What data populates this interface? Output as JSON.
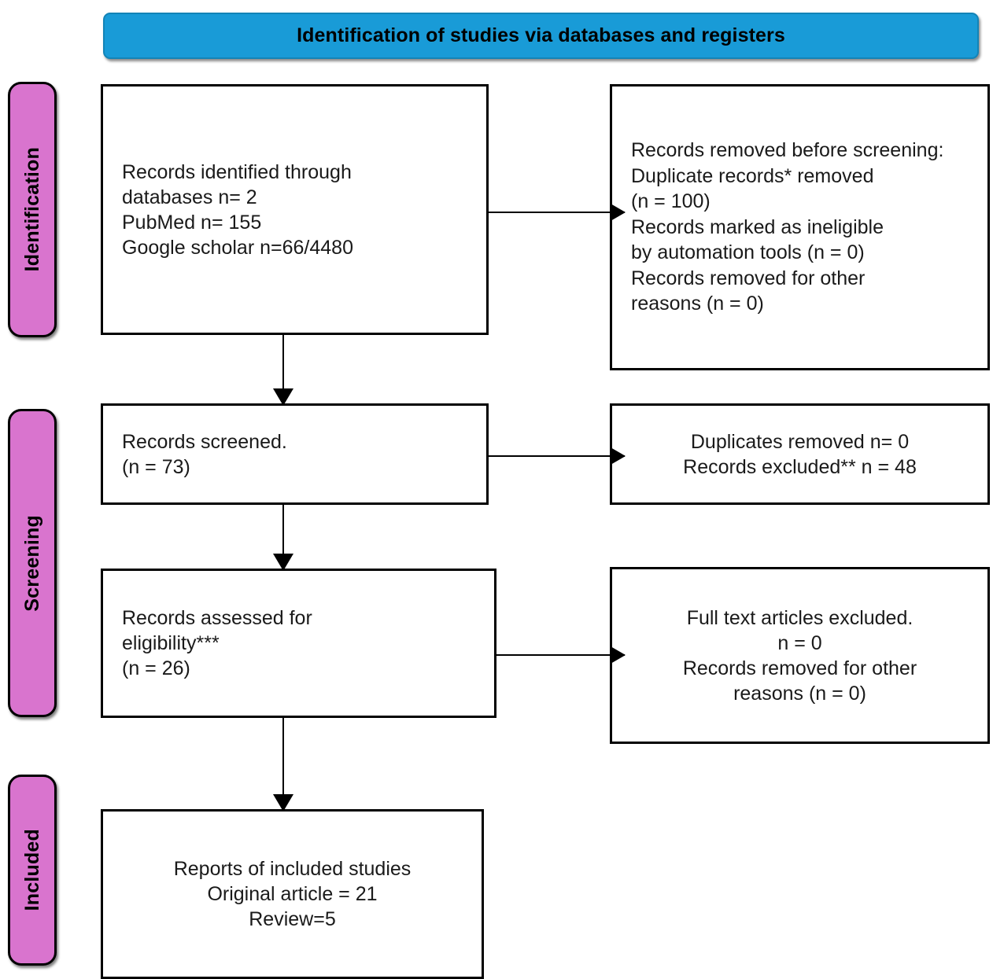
{
  "banner": {
    "title": "Identification of studies via databases and registers"
  },
  "stages": [
    {
      "id": "identification",
      "label": "Identification"
    },
    {
      "id": "screening",
      "label": "Screening"
    },
    {
      "id": "included",
      "label": "Included"
    }
  ],
  "nodes": {
    "identified": {
      "name": "records-identified",
      "lines": [
        "Records identified through",
        "databases n= 2",
        "PubMed n= 155",
        "Google scholar n=66/4480"
      ]
    },
    "removed_before_screening": {
      "name": "records-removed-before-screening",
      "lead_plain": "Records removed ",
      "lead_italic": "before screening",
      "lead_tail": ":",
      "lines": [
        "Duplicate records* removed",
        "(n = 100)",
        "Records marked as ineligible",
        "by automation tools (n = 0)",
        "Records removed for other",
        "reasons (n = 0)"
      ]
    },
    "screened": {
      "name": "records-screened",
      "lines": [
        "Records screened.",
        "(n = 73)"
      ]
    },
    "duplicates_excluded": {
      "name": "duplicates-removed-records-excluded",
      "lines": [
        "Duplicates removed n= 0",
        "Records excluded** n = 48"
      ]
    },
    "eligibility": {
      "name": "records-assessed-for-eligibility",
      "lines": [
        "Records assessed for",
        "eligibility***",
        "(n = 26)"
      ]
    },
    "fulltext_excluded": {
      "name": "full-text-articles-excluded",
      "lines": [
        "Full text articles excluded.",
        "n = 0",
        "Records removed for other",
        "reasons (n = 0)"
      ]
    },
    "included_studies": {
      "name": "reports-of-included-studies",
      "lines": [
        "Reports of included studies",
        "Original article = 21",
        "Review=5"
      ]
    }
  },
  "colors": {
    "banner_fill": "#199BD7",
    "stage_fill": "#D974CE",
    "box_border": "#000000",
    "box_fill": "#FFFFFF",
    "text": "#000000"
  },
  "chart_data": {
    "type": "diagram",
    "title": "Identification of studies via databases and registers",
    "diagram_kind": "PRISMA flow diagram",
    "stages": [
      "Identification",
      "Screening",
      "Included"
    ],
    "counts": {
      "databases_searched": 2,
      "pubmed_records": 155,
      "google_scholar_records_screened": 66,
      "google_scholar_records_total": 4480,
      "duplicate_records_removed": 100,
      "records_marked_ineligible_by_automation_tools": 0,
      "records_removed_other_reasons_before_screening": 0,
      "records_screened": 73,
      "duplicates_removed_at_screening": 0,
      "records_excluded": 48,
      "records_assessed_for_eligibility": 26,
      "full_text_articles_excluded": 0,
      "records_removed_other_reasons_at_eligibility": 0,
      "included_original_articles": 21,
      "included_reviews": 5
    },
    "flow_edges": [
      {
        "from": "Records identified through databases",
        "to": "Records removed before screening",
        "direction": "right"
      },
      {
        "from": "Records identified through databases",
        "to": "Records screened.",
        "direction": "down"
      },
      {
        "from": "Records screened.",
        "to": "Duplicates removed / Records excluded",
        "direction": "right"
      },
      {
        "from": "Records screened.",
        "to": "Records assessed for eligibility",
        "direction": "down"
      },
      {
        "from": "Records assessed for eligibility",
        "to": "Full text articles excluded",
        "direction": "right"
      },
      {
        "from": "Records assessed for eligibility",
        "to": "Reports of included studies",
        "direction": "down"
      }
    ]
  }
}
